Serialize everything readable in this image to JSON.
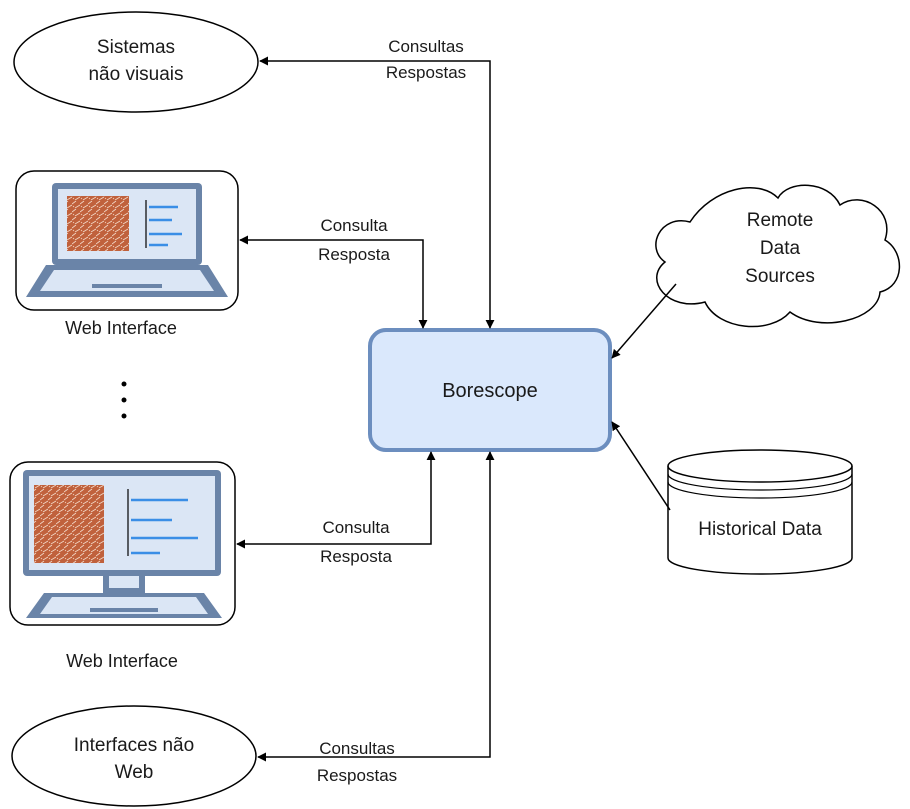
{
  "nodes": {
    "sistemas_nao_visuais": {
      "line1": "Sistemas",
      "line2": "não visuais"
    },
    "web_interface_laptop": {
      "label": "Web Interface"
    },
    "web_interface_desktop": {
      "label": "Web Interface"
    },
    "interfaces_nao_web": {
      "line1": "Interfaces não",
      "line2": "Web"
    },
    "borescope": {
      "label": "Borescope"
    },
    "remote_data_sources": {
      "line1": "Remote",
      "line2": "Data",
      "line3": "Sources"
    },
    "historical_data": {
      "label": "Historical Data"
    }
  },
  "edges": {
    "top": {
      "line1": "Consultas",
      "line2": "Respostas"
    },
    "laptop": {
      "line1": "Consulta",
      "line2": "Resposta"
    },
    "desktop": {
      "line1": "Consulta",
      "line2": "Resposta"
    },
    "bottom": {
      "line1": "Consultas",
      "line2": "Respostas"
    }
  },
  "colors": {
    "borescope_fill": "#dae8fc",
    "borescope_stroke": "#6c8ebf",
    "screen_image": "#c0613c",
    "screen_bars": "#3a8ee6",
    "device_body": "#6a84a8",
    "device_screen": "#dbe6f5"
  }
}
